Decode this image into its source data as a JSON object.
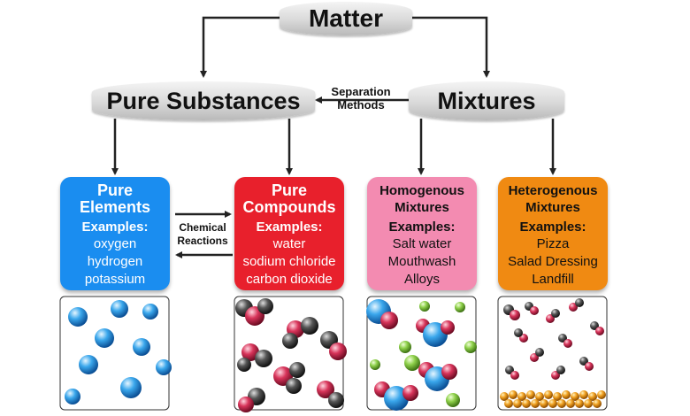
{
  "top": {
    "label": "Matter"
  },
  "left": {
    "label": "Pure Substances"
  },
  "right": {
    "label": "Mixtures"
  },
  "separation": {
    "line1": "Separation",
    "line2": "Methods"
  },
  "chemical": {
    "line1": "Chemical",
    "line2": "Reactions"
  },
  "cards": [
    {
      "title1": "Pure",
      "title2": "Elements",
      "examples_label": "Examples:",
      "items": [
        "oxygen",
        "hydrogen",
        "potassium"
      ],
      "color": "#1a8df0",
      "title_color": "#ffffff",
      "text_color": "#ffffff"
    },
    {
      "title1": "Pure",
      "title2": "Compounds",
      "examples_label": "Examples:",
      "items": [
        "water",
        "sodium chloride",
        "carbon dioxide"
      ],
      "color": "#e8202c",
      "title_color": "#ffffff",
      "text_color": "#ffffff"
    },
    {
      "title1": "Homogenous",
      "title2": "Mixtures",
      "examples_label": "Examples:",
      "items": [
        "Salt water",
        "Mouthwash",
        "Alloys"
      ],
      "color": "#f38bb1",
      "title_color": "#111111",
      "text_color": "#111111"
    },
    {
      "title1": "Heterogenous",
      "title2": "Mixtures",
      "examples_label": "Examples:",
      "items": [
        "Pizza",
        "Salad Dressing",
        "Landfill"
      ],
      "color": "#f08a12",
      "title_color": "#111111",
      "text_color": "#111111"
    }
  ],
  "colors": {
    "blue_atom": "#3aa7ec",
    "red_atom": "#d8345a",
    "gray_atom": "#555555",
    "green_atom": "#8ed04a",
    "orange_atom": "#f0a020",
    "arrow": "#222222"
  },
  "panels": [
    "pure-elements-illustration",
    "pure-compounds-illustration",
    "homogenous-mixtures-illustration",
    "heterogenous-mixtures-illustration"
  ]
}
